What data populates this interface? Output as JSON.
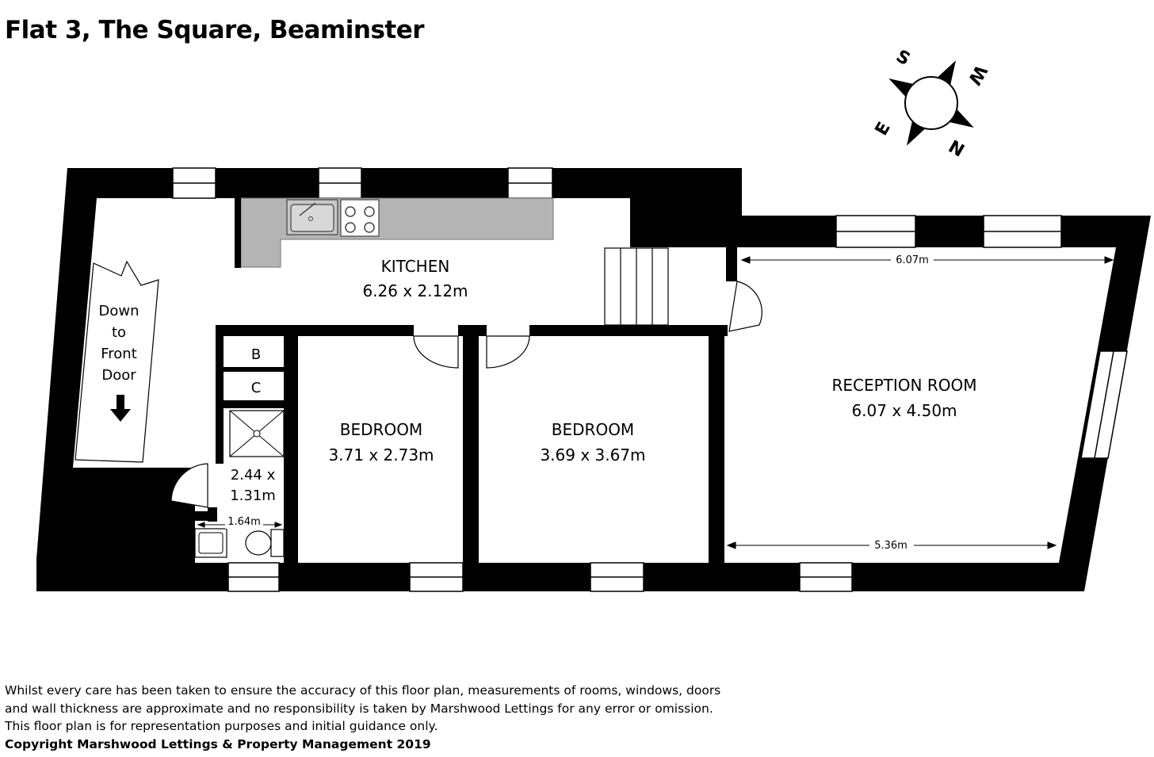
{
  "title": "Flat 3, The Square, Beaminster",
  "rooms": {
    "kitchen": {
      "name": "KITCHEN",
      "size": "6.26 x 2.12m"
    },
    "reception": {
      "name": "RECEPTION ROOM",
      "size": "6.07 x 4.50m"
    },
    "bedroom1": {
      "name": "BEDROOM",
      "size": "3.71 x 2.73m"
    },
    "bedroom2": {
      "name": "BEDROOM",
      "size": "3.69 x 3.67m"
    },
    "shower": {
      "size_line1": "2.44 x",
      "size_line2": "1.31m",
      "width": "1.64m"
    },
    "cupboard_b": "B",
    "cupboard_c": "C"
  },
  "stairs_note": [
    "Down",
    "to",
    "Front",
    "Door"
  ],
  "dimensions": {
    "reception_top": "6.07m",
    "reception_bottom": "5.36m"
  },
  "compass": {
    "n": "N",
    "s": "S",
    "e": "E",
    "w": "W"
  },
  "disclaimer": [
    "Whilst every care has been taken to ensure the accuracy of this floor plan, measurements of rooms, windows, doors",
    "and wall thickness are approximate and no responsibility is taken by Marshwood Lettings for any error or omission.",
    "This floor plan is for representation purposes and initial guidance only."
  ],
  "copyright": "Copyright Marshwood Lettings & Property Management 2019"
}
